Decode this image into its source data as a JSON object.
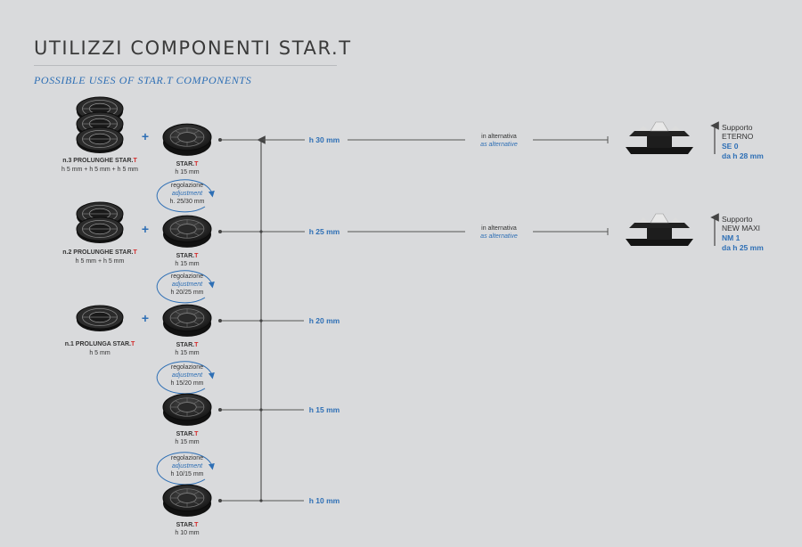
{
  "title": "UTILIZZI COMPONENTI STAR.T",
  "subtitle": "POSSIBLE USES OF STAR.T COMPONENTS",
  "colors": {
    "accent": "#2e6fb5",
    "red": "#d22a2a",
    "text": "#333333",
    "line": "#555555"
  },
  "plus": "+",
  "extensions": [
    {
      "name_prefix": "n.3 PROLUNGHE STAR.",
      "name_suffix": "T",
      "dims": "h 5 mm + h 5 mm + h 5 mm"
    },
    {
      "name_prefix": "n.2 PROLUNGHE STAR.",
      "name_suffix": "T",
      "dims": "h 5 mm + h 5 mm"
    },
    {
      "name_prefix": "n.1 PROLUNGA STAR.",
      "name_suffix": "T",
      "dims": "h 5 mm"
    }
  ],
  "levels": [
    {
      "height": "h 30 mm",
      "name_prefix": "STAR.",
      "name_suffix": "T",
      "dims": "h 15 mm"
    },
    {
      "height": "h 25 mm",
      "name_prefix": "STAR.",
      "name_suffix": "T",
      "dims": "h 15 mm"
    },
    {
      "height": "h 20 mm",
      "name_prefix": "STAR.",
      "name_suffix": "T",
      "dims": "h 15 mm"
    },
    {
      "height": "h 15 mm",
      "name_prefix": "STAR.",
      "name_suffix": "T",
      "dims": "h 15 mm"
    },
    {
      "height": "h 10 mm",
      "name_prefix": "STAR.",
      "name_suffix": "T",
      "dims": "h 10 mm"
    }
  ],
  "adjustments": [
    {
      "it": "regolazione",
      "en": "adjustment",
      "range": "h. 25/30 mm"
    },
    {
      "it": "regolazione",
      "en": "adjustment",
      "range": "h 20/25 mm"
    },
    {
      "it": "regolazione",
      "en": "adjustment",
      "range": "h 15/20 mm"
    },
    {
      "it": "regolazione",
      "en": "adjustment",
      "range": "h 10/15 mm"
    }
  ],
  "alternatives": [
    {
      "it": "in alternativa",
      "en": "as alternative",
      "label1": "Supporto",
      "label2": "ETERNO",
      "code": "SE 0",
      "from": "da h 28 mm"
    },
    {
      "it": "in alternativa",
      "en": "as alternative",
      "label1": "Supporto",
      "label2": "NEW MAXI",
      "code": "NM 1",
      "from": "da h 25 mm"
    }
  ]
}
